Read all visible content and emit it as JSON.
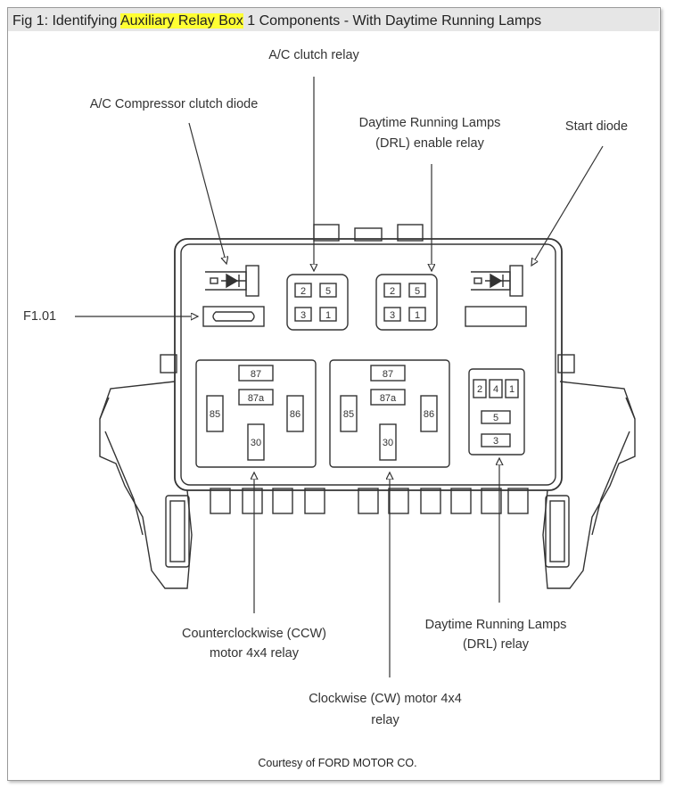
{
  "title": {
    "prefix": "Fig 1: Identifying ",
    "highlight": "Auxiliary Relay Box",
    "suffix": " 1 Components - With Daytime Running Lamps"
  },
  "labels": {
    "ac_clutch_relay": "A/C clutch relay",
    "ac_compressor_clutch_diode": "A/C Compressor clutch diode",
    "drl_enable_relay_line1": "Daytime Running Lamps",
    "drl_enable_relay_line2": "(DRL) enable relay",
    "start_diode": "Start diode",
    "fuse": "F1.01",
    "ccw_relay_line1": "Counterclockwise (CCW)",
    "ccw_relay_line2": "motor 4x4 relay",
    "cw_relay_line1": "Clockwise (CW) motor 4x4",
    "cw_relay_line2": "relay",
    "drl_relay_line1": "Daytime Running Lamps",
    "drl_relay_line2": "(DRL) relay"
  },
  "pins": {
    "small_relay": [
      "2",
      "5",
      "3",
      "1"
    ],
    "large_relay": [
      "87",
      "87a",
      "85",
      "86",
      "30"
    ],
    "drl_relay": [
      "2",
      "4",
      "1",
      "5",
      "3"
    ]
  },
  "footer": {
    "courtesy": "Courtesy of FORD MOTOR CO."
  }
}
